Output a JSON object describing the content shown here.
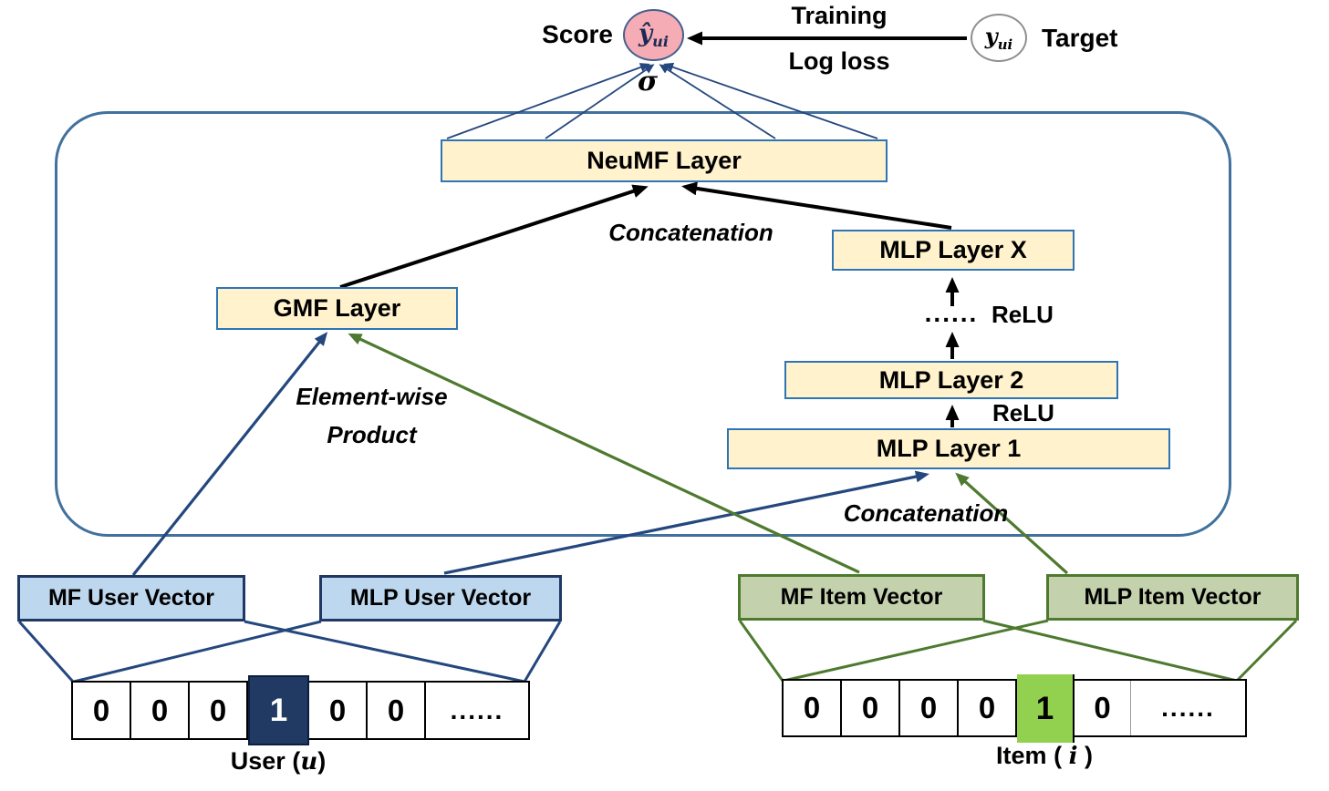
{
  "output": {
    "score_label": "Score",
    "prediction_hat": "ŷ",
    "prediction_sub": "ui",
    "sigma": "σ",
    "training_label": "Training",
    "logloss_label": "Log loss",
    "target_symbol": "y",
    "target_sub": "ui",
    "target_label": "Target"
  },
  "layers": {
    "neumf": "NeuMF Layer",
    "gmf": "GMF Layer",
    "mlp_x": "MLP Layer X",
    "mlp_2": "MLP Layer 2",
    "mlp_1": "MLP Layer 1"
  },
  "annotations": {
    "concatenation_top": "Concatenation",
    "concatenation_bottom": "Concatenation",
    "elementwise_line1": "Element-wise",
    "elementwise_line2": "Product",
    "tower_dots": "......",
    "relu_top": "ReLU",
    "relu_mid": "ReLU"
  },
  "embeddings": {
    "mf_user": "MF User Vector",
    "mlp_user": "MLP User Vector",
    "mf_item": "MF Item Vector",
    "mlp_item": "MLP Item Vector"
  },
  "inputs": {
    "user": {
      "cells": [
        "0",
        "0",
        "0",
        "1",
        "0",
        "0",
        "......"
      ],
      "hot_index": 3,
      "label_pre": "User (",
      "label_var": "u",
      "label_post": ")"
    },
    "item": {
      "cells": [
        "0",
        "0",
        "0",
        "0",
        "1",
        "0",
        "......"
      ],
      "hot_index": 4,
      "label_pre": "Item ( ",
      "label_var": "i",
      "label_post": " )"
    }
  },
  "colors": {
    "cream_fill": "#FFF2CC",
    "layer_border_blue": "#2E75B6",
    "frame_blue": "#41719C",
    "user_fill": "#BDD7EE",
    "user_navy": "#1F3864",
    "item_fill": "#C4D1AD",
    "item_green_dark": "#4e7a2f",
    "hot_user_navy": "#203A64",
    "hot_item_green": "#92D050",
    "score_pink": "#F5ACB4",
    "arrow_black": "#000000"
  }
}
